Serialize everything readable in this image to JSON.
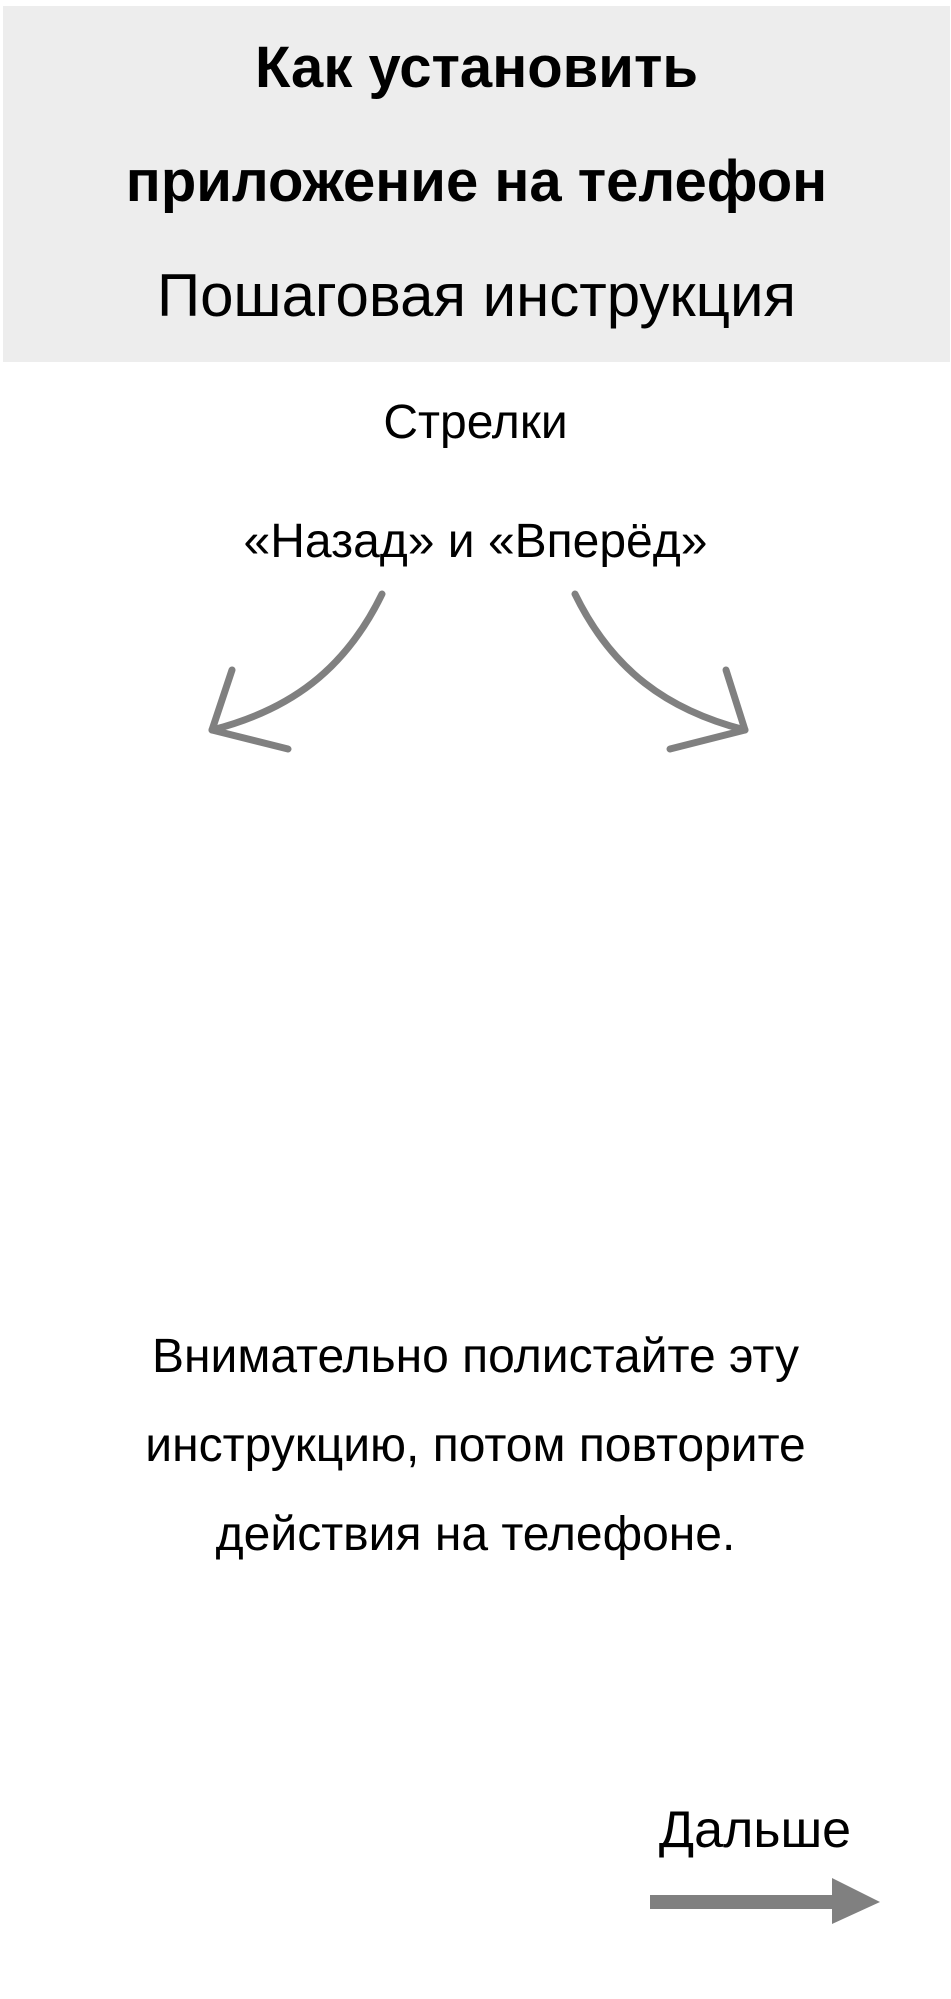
{
  "header": {
    "title_line1": "Как установить",
    "title_line2": "приложение на телефон",
    "subtitle": "Пошаговая инструкция"
  },
  "hint": {
    "line1": "Стрелки",
    "line2": "«Назад» и «Вперёд»"
  },
  "instruction": "Внимательно полистайте эту инструкцию, потом повторите действия на телефоне.",
  "next": {
    "label": "Дальше"
  },
  "icons": {
    "back": "curved-arrow-left-icon",
    "forward": "curved-arrow-right-icon",
    "next": "arrow-right-icon"
  },
  "colors": {
    "header_bg": "#ededed",
    "arrow": "#808080",
    "text": "#000000"
  }
}
